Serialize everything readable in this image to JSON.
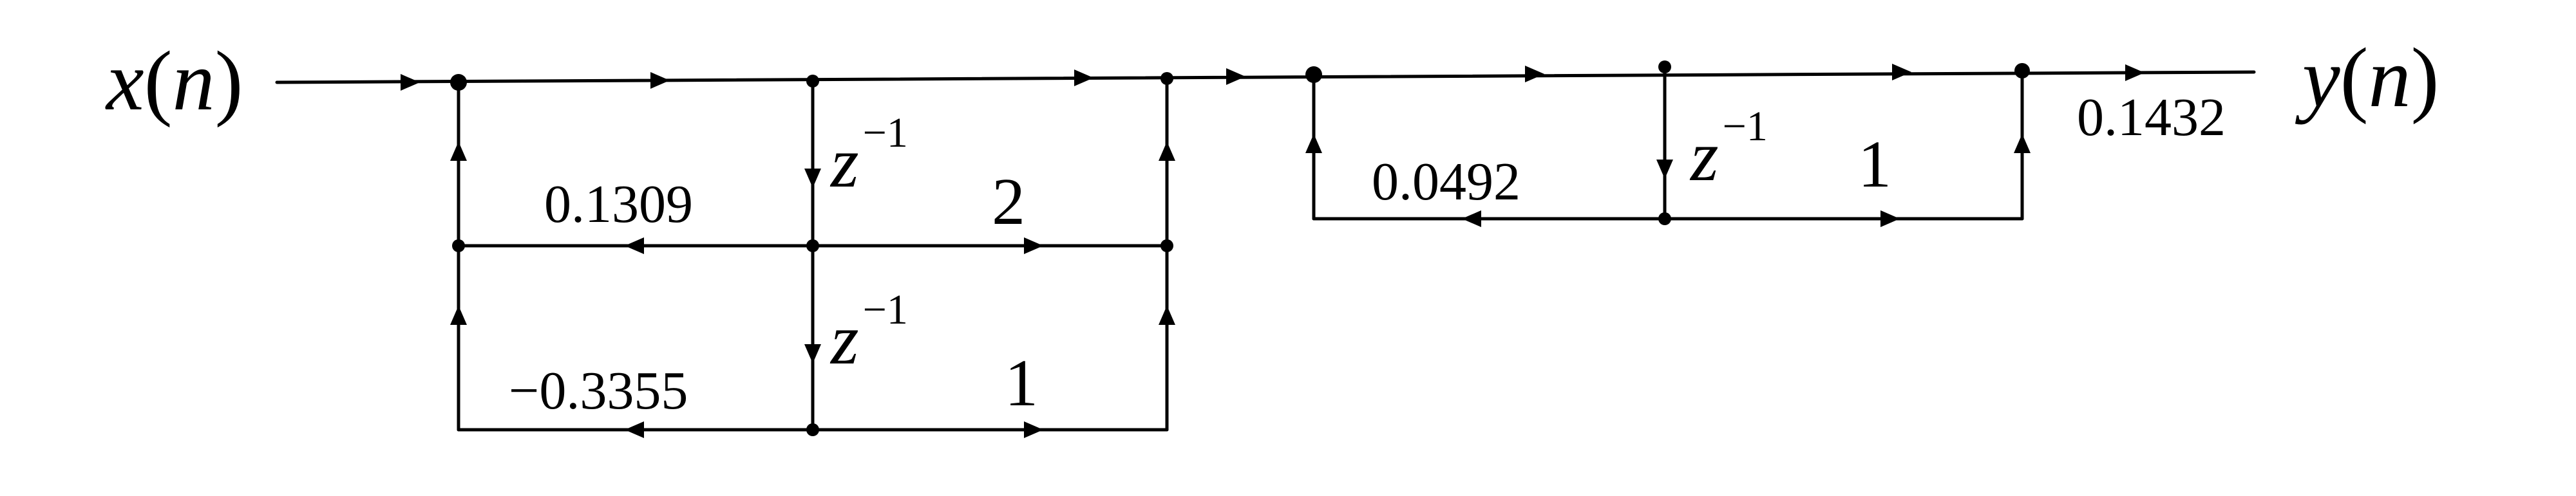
{
  "input_label": {
    "var": "x",
    "open": "(",
    "arg": "n",
    "close": ")"
  },
  "output_label": {
    "var": "y",
    "open": "(",
    "arg": "n",
    "close": ")"
  },
  "section1": {
    "delay_upper": {
      "base": "z",
      "exponent": "−1"
    },
    "delay_lower": {
      "base": "z",
      "exponent": "−1"
    },
    "coef_feedback_1": "0.1309",
    "coef_forward_1": "2",
    "coef_feedback_2": "−0.3355",
    "coef_forward_2": "1"
  },
  "section2": {
    "delay": {
      "base": "z",
      "exponent": "−1"
    },
    "coef_feedback": "0.0492",
    "coef_forward": "1"
  },
  "gain": "0.1432"
}
